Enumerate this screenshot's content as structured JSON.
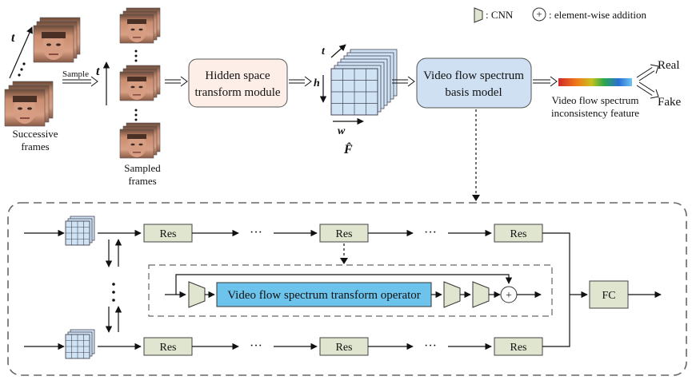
{
  "legend": {
    "cnn_label": ": CNN",
    "add_symbol": "+",
    "add_label": ": element-wise addition"
  },
  "top": {
    "axis_t": "t",
    "sample_label": "Sample",
    "successive_frames": [
      "Successive",
      "frames"
    ],
    "sampled_frames": [
      "Sampled",
      "frames"
    ],
    "hidden_module": [
      "Hidden space",
      "transform module"
    ],
    "tensor_t": "t",
    "tensor_h": "h",
    "tensor_w": "w",
    "tensor_name": "F̂",
    "basis_model": [
      "Video flow spectrum",
      "basis model"
    ],
    "feature_label": [
      "Video flow spectrum",
      "inconsistency feature"
    ],
    "real": "Real",
    "fake": "Fake"
  },
  "bottom": {
    "res": "Res",
    "ellipsis": "···",
    "operator": "Video flow spectrum transform operator",
    "fc": "FC"
  },
  "colors": {
    "hidden_fill": "#fdeee8",
    "basis_fill": "#cfe0f2",
    "res_fill": "#dfe5cf",
    "cnn_fill": "#dfe5cf",
    "operator_fill": "#6cc4ec",
    "cube_fill": "#cfe3f5",
    "spectrum": [
      "#d12a2a",
      "#f07a1a",
      "#c8c21f",
      "#2aa84a",
      "#2a6fd6",
      "#6fc3f0"
    ]
  },
  "icons": [
    "face-frame-icon",
    "cnn-trapezoid-icon",
    "addition-icon",
    "tensor-cube-icon",
    "spectrum-bar-icon"
  ]
}
